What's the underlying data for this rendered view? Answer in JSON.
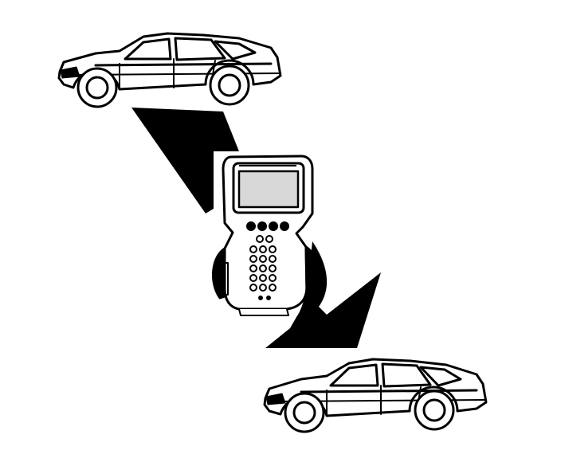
{
  "diagram": {
    "kind": "vehicle-to-vehicle data transfer via scan tool",
    "colors": {
      "ink": "#000000",
      "paper": "#ffffff",
      "screen": "#d8d8d8"
    },
    "nodes": [
      {
        "id": "source-vehicle",
        "icon": "sedan-car-icon"
      },
      {
        "id": "scan-tool",
        "icon": "handheld-scan-tool-icon"
      },
      {
        "id": "target-vehicle",
        "icon": "sedan-car-icon"
      }
    ],
    "arrows": [
      {
        "from": "source-vehicle",
        "to": "scan-tool",
        "icon": "arrow-down-right-icon"
      },
      {
        "from": "scan-tool",
        "to": "target-vehicle",
        "icon": "arrow-down-right-icon"
      }
    ]
  }
}
